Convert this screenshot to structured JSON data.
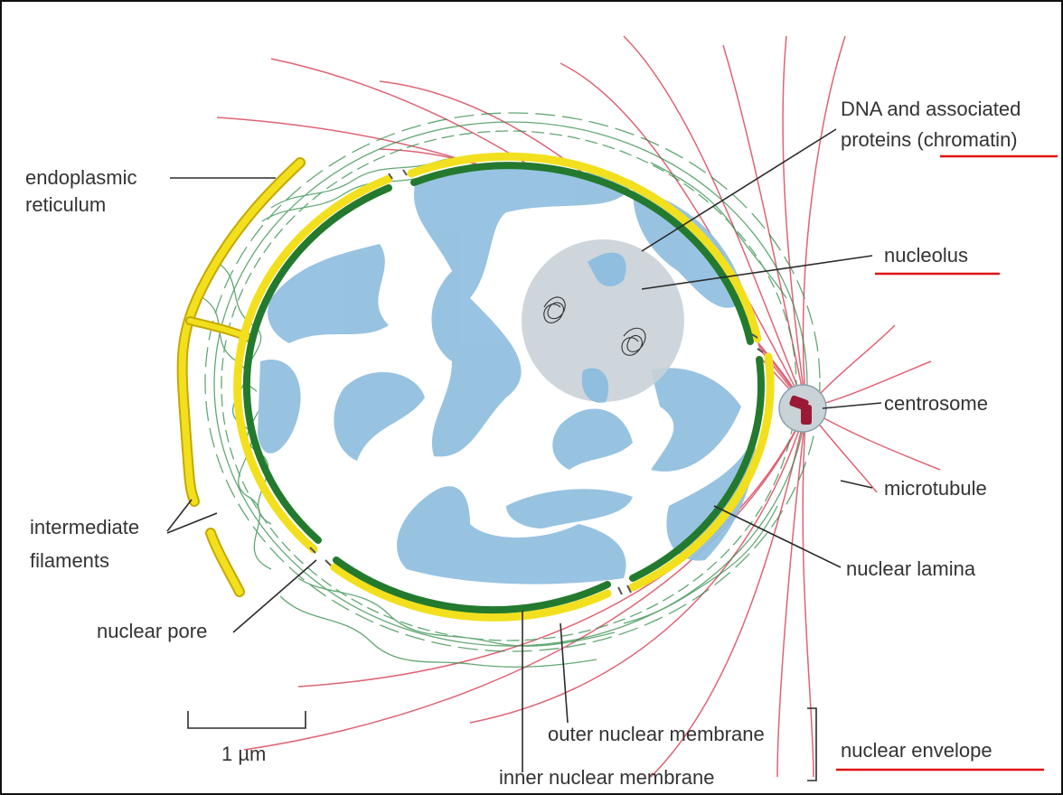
{
  "labels": {
    "er_1": "endoplasmic",
    "er_2": "reticulum",
    "dna_1": "DNA and associated",
    "dna_2": "proteins (chromatin)",
    "nucleolus": "nucleolus",
    "centrosome": "centrosome",
    "microtubule": "microtubule",
    "nuclear_lamina": "nuclear lamina",
    "intermediate_1": "intermediate",
    "intermediate_2": "filaments",
    "nuclear_pore": "nuclear pore",
    "outer_membrane": "outer nuclear membrane",
    "inner_membrane": "inner nuclear membrane",
    "nuclear_envelope": "nuclear envelope",
    "scale": "1 µm"
  },
  "colors": {
    "outer_membrane": "#f2e01e",
    "inner_membrane": "#237a2e",
    "chromatin": "#8fbedf",
    "nucleolus": "#c9d2d7",
    "microtubule": "#d9485c",
    "intermediate_filament": "#2e8b45",
    "centrosome": "#9a1a35",
    "highlight_underline": "#e01010"
  }
}
